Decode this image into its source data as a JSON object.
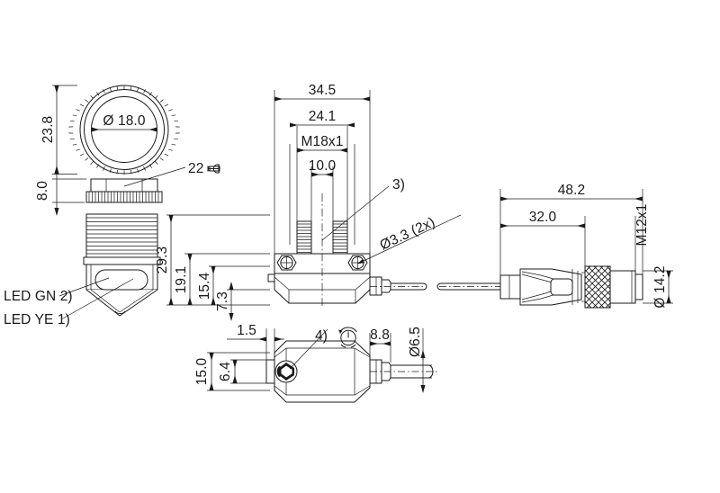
{
  "drawing": {
    "title": "Sensor dimensional drawing",
    "background_color": "#ffffff",
    "line_color": "#1a1a1a",
    "units": "mm"
  },
  "views": {
    "front_nut": {
      "name": "knurled-nut-front-view"
    },
    "nut_side": {
      "name": "knurled-nut-side-view"
    },
    "sensor_side": {
      "name": "sensor-side-view"
    },
    "sensor_front": {
      "name": "sensor-front-view"
    },
    "connector": {
      "name": "m12-connector-view"
    },
    "sensor_top": {
      "name": "sensor-top-view"
    }
  },
  "dimensions": {
    "nut_height": "23.8",
    "nut_bore": "Ø 18.0",
    "nut_thickness": "8.0",
    "wrench_size": "22",
    "body_width_total": "34.5",
    "body_width_inner": "24.1",
    "thread_spec": "M18x1",
    "slot_width": "10.0",
    "height_total": "29.3",
    "height_19": "19.1",
    "height_15": "15.4",
    "height_7": "7.3",
    "hole_dia": "Ø3.3  (2x)",
    "cable_len_total": "48.2",
    "cable_len_inner": "32.0",
    "connector_thread": "M12x1",
    "connector_dia": "Ø 14.2",
    "top_offset": "1.5",
    "top_width_total": "15.0",
    "top_width_inner": "6.4",
    "stem_len": "8.8",
    "stem_dia": "Ø6.5"
  },
  "callouts": {
    "led_green": "LED GN 2)",
    "led_yellow": "LED YE 1)",
    "note_3": "3)",
    "note_4": "4)"
  },
  "icons": {
    "wrench": "wrench-icon",
    "rotation": "rotation-adjust-icon",
    "diameter": "diameter-symbol"
  }
}
